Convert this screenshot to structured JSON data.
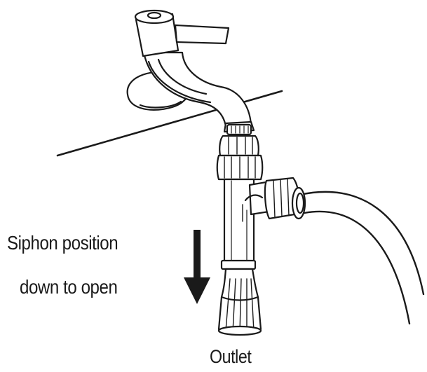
{
  "labels": {
    "instruction_line1": "Siphon position",
    "instruction_line2": "down to open",
    "outlet": "Outlet"
  },
  "icons": {
    "direction_arrow": "arrow-down-icon",
    "faucet": "faucet-icon",
    "siphon_valve": "siphon-valve-icon",
    "hose": "hose-icon"
  },
  "colors": {
    "line": "#1a1a1a",
    "fill": "#ffffff"
  }
}
